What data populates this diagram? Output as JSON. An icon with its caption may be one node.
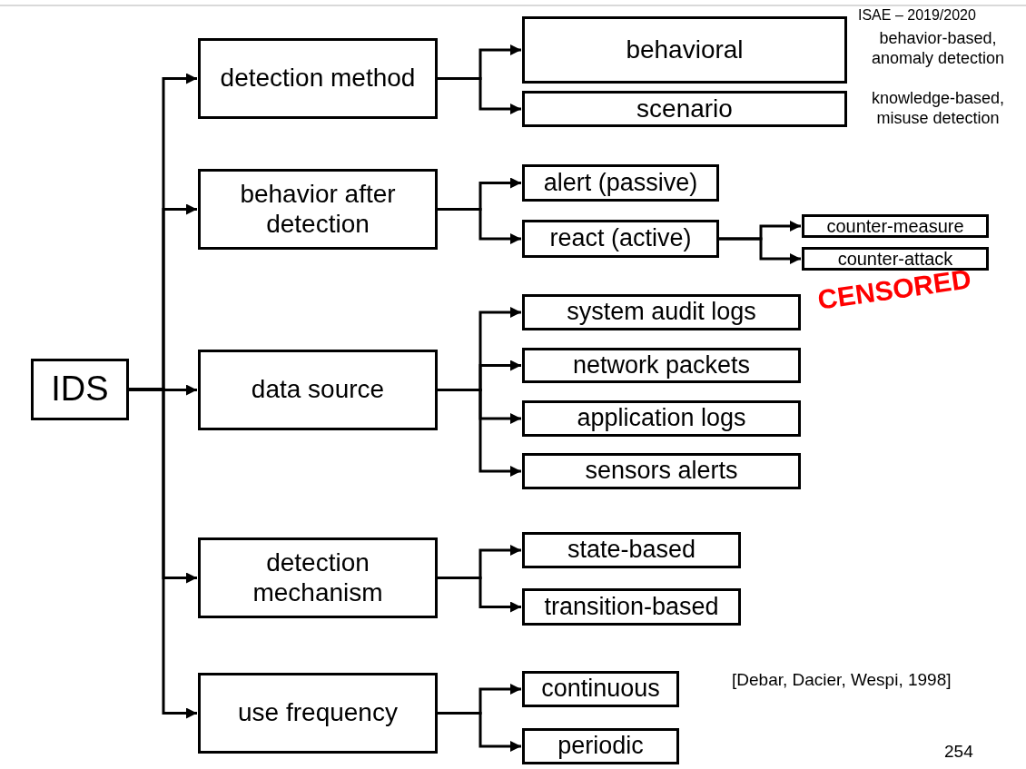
{
  "diagram": {
    "nodes": [
      {
        "text": [
          "IDS"
        ]
      },
      {
        "text": [
          "detection method"
        ]
      },
      {
        "text": [
          "behavior after detection"
        ]
      },
      {
        "text": [
          "data source"
        ]
      },
      {
        "text": [
          "detection mechanism"
        ]
      },
      {
        "text": [
          "use frequency"
        ]
      },
      {
        "text": [
          "behavioral"
        ],
        "beside": [
          "behavior-based, anomaly detection"
        ]
      },
      {
        "text": [
          "scenario"
        ],
        "beside": [
          "knowledge-based, misuse detection"
        ]
      },
      {
        "text": [
          "alert (passive)"
        ]
      },
      {
        "text": [
          "react (active)"
        ]
      },
      {
        "text": [
          "counter-measure"
        ]
      },
      {
        "text": [
          "counter-attack"
        ]
      },
      {
        "text": [
          "system audit logs"
        ]
      },
      {
        "text": [
          "network packets"
        ]
      },
      {
        "text": [
          "application logs"
        ]
      },
      {
        "text": [
          "sensors alerts"
        ]
      },
      {
        "text": [
          "state-based"
        ]
      },
      {
        "text": [
          "transition-based"
        ]
      },
      {
        "text": [
          "continuous"
        ]
      },
      {
        "text": [
          "periodic"
        ]
      }
    ],
    "edges": [
      {
        "from": 0,
        "to": 1,
        "arrow": "to"
      },
      {
        "from": 0,
        "to": 2,
        "arrow": "to"
      },
      {
        "from": 0,
        "to": 3,
        "arrow": "to"
      },
      {
        "from": 0,
        "to": 4,
        "arrow": "to"
      },
      {
        "from": 0,
        "to": 5,
        "arrow": "to"
      },
      {
        "from": 1,
        "to": 6,
        "arrow": "to"
      },
      {
        "from": 1,
        "to": 7,
        "arrow": "to"
      },
      {
        "from": 2,
        "to": 8,
        "arrow": "to"
      },
      {
        "from": 2,
        "to": 9,
        "arrow": "to"
      },
      {
        "from": 9,
        "to": 10,
        "arrow": "to"
      },
      {
        "from": 9,
        "to": 11,
        "arrow": "to"
      },
      {
        "from": 3,
        "to": 12,
        "arrow": "to"
      },
      {
        "from": 3,
        "to": 13,
        "arrow": "to"
      },
      {
        "from": 3,
        "to": 14,
        "arrow": "to"
      },
      {
        "from": 3,
        "to": 15,
        "arrow": "to"
      },
      {
        "from": 4,
        "to": 16,
        "arrow": "to"
      },
      {
        "from": 4,
        "to": 17,
        "arrow": "to"
      },
      {
        "from": 5,
        "to": 18,
        "arrow": "to"
      },
      {
        "from": 5,
        "to": 19,
        "arrow": "to"
      }
    ],
    "labels": [
      "ISAE – 2019/2020",
      "CENSORED",
      "[Debar, Dacier, Wespi, 1998]",
      "254"
    ]
  }
}
